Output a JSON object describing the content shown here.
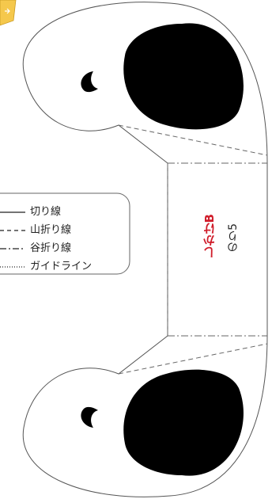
{
  "legend": {
    "items": [
      {
        "label": "切り線",
        "line_style": "solid"
      },
      {
        "label": "山折り線",
        "line_style": "dashed"
      },
      {
        "label": "谷折り線",
        "line_style": "dash-dot"
      },
      {
        "label": "ガイドライン",
        "line_style": "dotted"
      }
    ]
  },
  "part": {
    "name": "しかけB",
    "glue_label": "のり5"
  },
  "colors": {
    "part_name": "#d01c2a",
    "cut_line": "#555555",
    "fill": "#ffffff",
    "ink": "#111111",
    "tab_corner": "#f5c84c"
  }
}
